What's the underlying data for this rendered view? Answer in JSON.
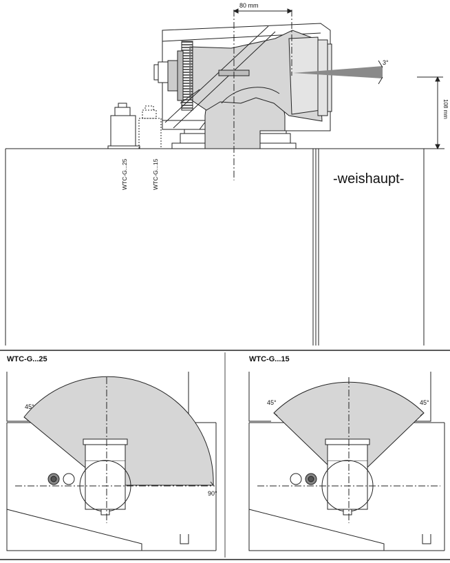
{
  "top_view": {
    "dimension_top": "80 mm",
    "dimension_side": "108 mm",
    "angle_label": "3°",
    "brand": "-weishaupt-",
    "label_model_25": "WTC-G...25",
    "label_model_15": "WTC-G...15"
  },
  "sections": [
    {
      "title": "WTC-G...25",
      "angle_left": "45°",
      "angle_right": "90°"
    },
    {
      "title": "WTC-G...15",
      "angle_left": "45°",
      "angle_right": "45°"
    }
  ],
  "colors": {
    "fill_grey": "#d6d6d6",
    "line": "#222222"
  }
}
